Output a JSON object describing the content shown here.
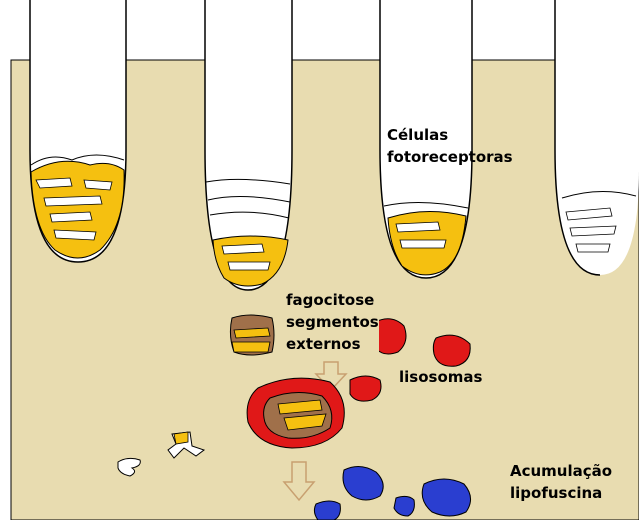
{
  "labels": {
    "photoreceptors": [
      "Células",
      "fotoreceptoras"
    ],
    "phagocytosis": [
      "fagocitose",
      "segmentos",
      "externos"
    ],
    "lysosomes": "lisosomas",
    "lipofuscin": [
      "Acumulação",
      "lipofuscina"
    ]
  },
  "colors": {
    "background": "#e8dcb0",
    "outline": "#000000",
    "membrane": "#ffffff",
    "disc_yellow": "#f5c010",
    "disc_dark_yellow": "#e0a800",
    "segment_brown": "#a0704a",
    "lysosome_red": "#e01818",
    "lipofuscin_blue": "#2a3ed0",
    "arrow_tan": "#c8a070"
  }
}
